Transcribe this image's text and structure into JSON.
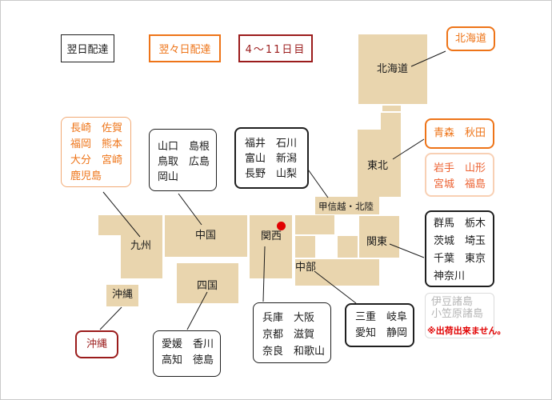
{
  "legend": {
    "next_day": "翌日配達",
    "second_day": "翌々日配達",
    "later": "4～11日目"
  },
  "map": {
    "hokkaido": "北海道",
    "tohoku": "東北",
    "koshinetsu_hokuriku": "甲信越・北陸",
    "kanto": "関東",
    "chubu": "中部",
    "kansai": "関西",
    "chugoku": "中国",
    "shikoku": "四国",
    "kyushu": "九州",
    "okinawa": "沖縄"
  },
  "callouts": {
    "hokkaido_box": {
      "lines": [
        "北海道"
      ]
    },
    "aomori_akita": {
      "lines": [
        "青森　秋田"
      ]
    },
    "iwate_miyagi": {
      "lines": [
        "岩手　山形",
        "宮城　福島"
      ]
    },
    "kanto_prefs": {
      "lines": [
        "群馬　栃木",
        "茨城　埼玉",
        "千葉　東京",
        "神奈川"
      ]
    },
    "izu_islands": {
      "lines": [
        "伊豆諸島",
        "小笠原諸島"
      ],
      "note": "※出荷出来ません。"
    },
    "tokai_prefs": {
      "lines": [
        "三重　岐阜",
        "愛知　静岡"
      ]
    },
    "kansai_prefs": {
      "lines": [
        "兵庫　大阪",
        "京都　滋賀",
        "奈良　和歌山"
      ]
    },
    "hokuriku_prefs": {
      "lines": [
        "福井　石川",
        "富山　新潟",
        "長野　山梨"
      ]
    },
    "chugoku_prefs": {
      "lines": [
        "山口　島根",
        "鳥取　広島",
        "岡山"
      ]
    },
    "shikoku_prefs": {
      "lines": [
        "愛媛　香川",
        "高知　徳島"
      ]
    },
    "kyushu_prefs": {
      "lines": [
        "長崎　佐賀",
        "福岡　熊本",
        "大分　宮崎",
        "鹿児島"
      ]
    },
    "okinawa_box": {
      "lines": [
        "沖縄"
      ]
    }
  },
  "colors": {
    "region_fill": "#e9d5ae",
    "orange": "#ee7418",
    "light_orange": "#f2aa74",
    "pale_orange": "#f8d0b4",
    "orange_red": "#ec6030",
    "dark_red": "#9b1c1c",
    "red": "#e10000",
    "gray_text": "#b5b5b5",
    "gray_border": "#dcdcdc"
  }
}
